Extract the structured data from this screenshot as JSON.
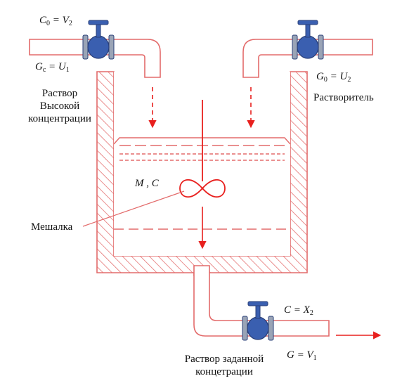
{
  "colors": {
    "vessel": "#e36b6b",
    "arrow": "#e8201e",
    "valve_body": "#3a5fb0",
    "valve_dark": "#2a3f78",
    "valve_flange": "#9aa4b6"
  },
  "labels": {
    "inlet_left_top": {
      "var": "C",
      "sub": "0",
      "eq": "=",
      "var2": "V",
      "sub2": "2"
    },
    "inlet_left_bottom": {
      "var": "G",
      "sub": "c",
      "eq": "=",
      "var2": "U",
      "sub2": "1"
    },
    "inlet_left_caption": [
      "Раствор",
      "Высокой",
      "концентрации"
    ],
    "inlet_right_top": {
      "var": "G",
      "sub": "0",
      "eq": "=",
      "var2": "U",
      "sub2": "2"
    },
    "inlet_right_caption": "Растворитель",
    "tank_state": "M , C",
    "mixer": "Мешалка",
    "outlet_top": {
      "var": "C",
      "eq": "=",
      "var2": "X",
      "sub2": "2"
    },
    "outlet_bottom": {
      "var": "G",
      "eq": "=",
      "var2": "V",
      "sub2": "1"
    },
    "outlet_caption": [
      "Раствор заданной",
      "концетрации"
    ]
  },
  "icons": [
    "valve-icon",
    "stirrer-icon",
    "flow-arrow-icon"
  ]
}
